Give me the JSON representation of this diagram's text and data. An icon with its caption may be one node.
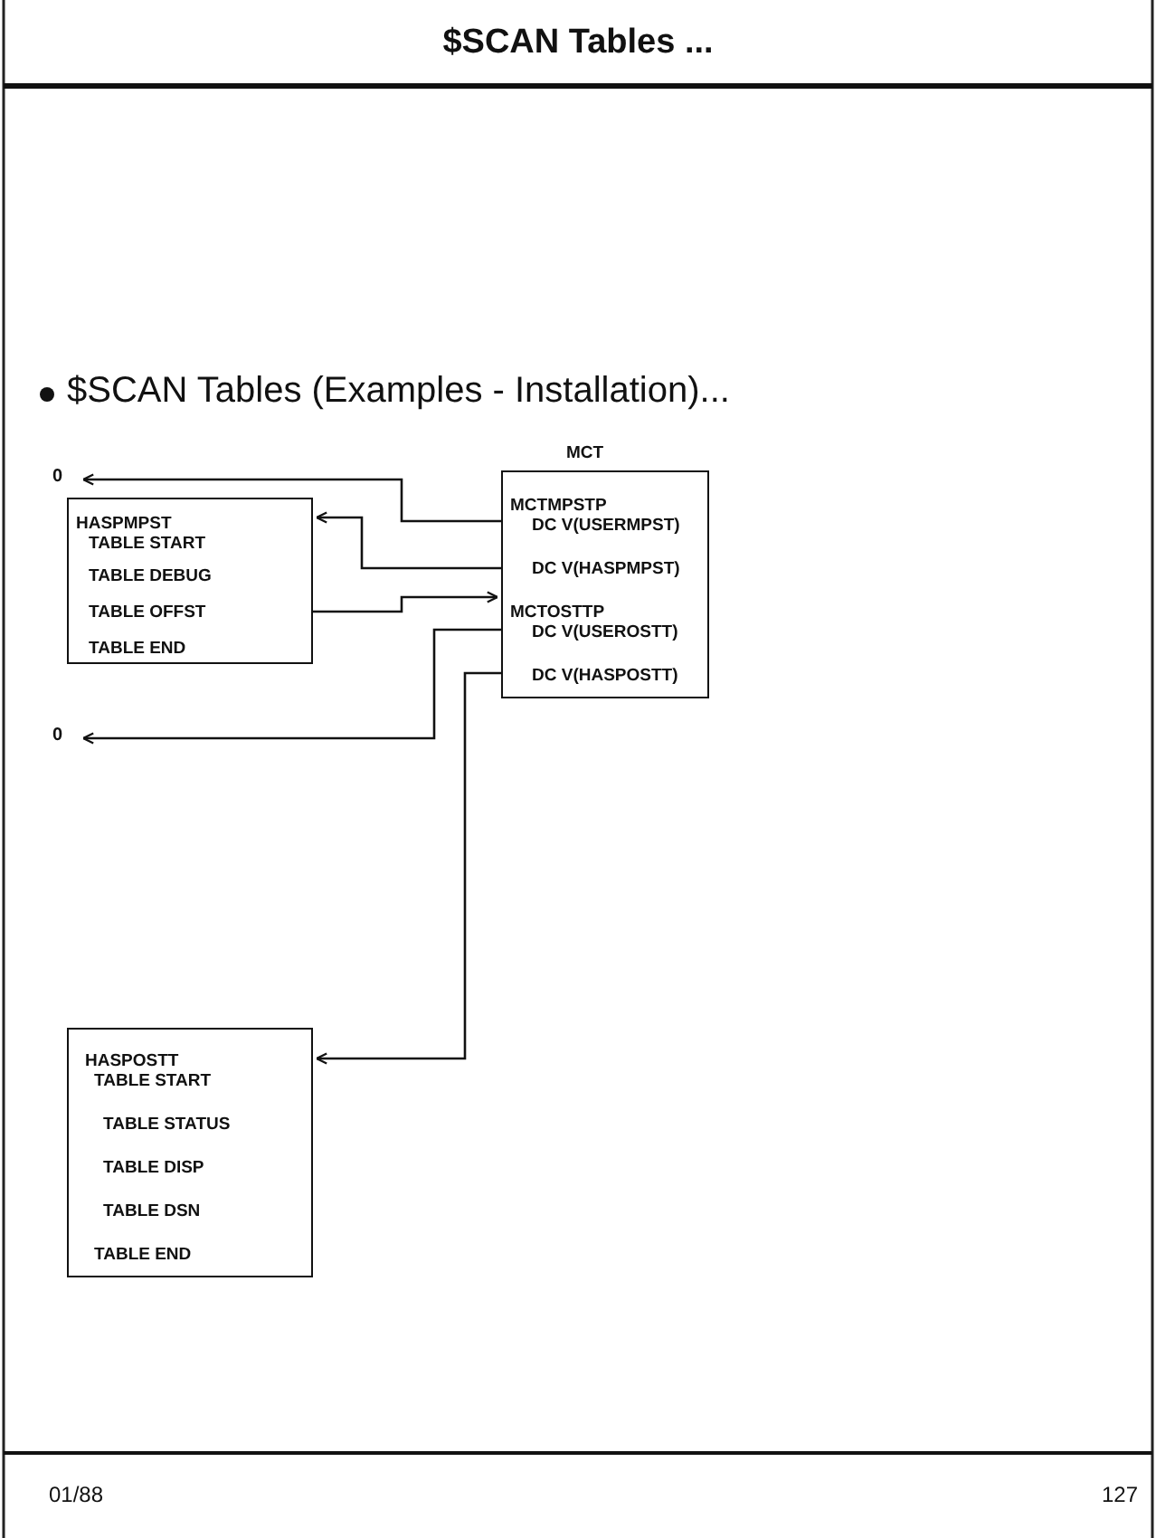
{
  "diagram": {
    "title": "$SCAN Tables ...",
    "nodes": [
      {
        "text": [
          "0"
        ]
      },
      {
        "text": [
          "HASPMPST",
          "TABLE START",
          "TABLE DEBUG",
          "TABLE OFFST",
          "TABLE END"
        ]
      },
      {
        "text": [
          "MCT",
          "MCTMPSTP",
          "DC V(USERMPST)",
          "DC V(HASPMPST)",
          "MCTOSTTP",
          "DC V(USEROSTT)",
          "DC V(HASPOSTT)"
        ]
      },
      {
        "text": [
          "0"
        ]
      },
      {
        "text": [
          "HASPOSTT",
          "TABLE START",
          "TABLE STATUS",
          "TABLE DISP",
          "TABLE DSN",
          "TABLE END"
        ]
      }
    ],
    "edges": [
      {
        "from": 2,
        "to": 0,
        "arrow": "to"
      },
      {
        "from": 2,
        "to": 1,
        "arrow": "to"
      },
      {
        "from": 1,
        "to": 2,
        "arrow": "to"
      },
      {
        "from": 2,
        "to": 3,
        "arrow": "to"
      },
      {
        "from": 2,
        "to": 4,
        "arrow": "to"
      }
    ],
    "labels": [
      "$SCAN Tables (Examples - Installation)...",
      "01/88",
      "127"
    ]
  }
}
